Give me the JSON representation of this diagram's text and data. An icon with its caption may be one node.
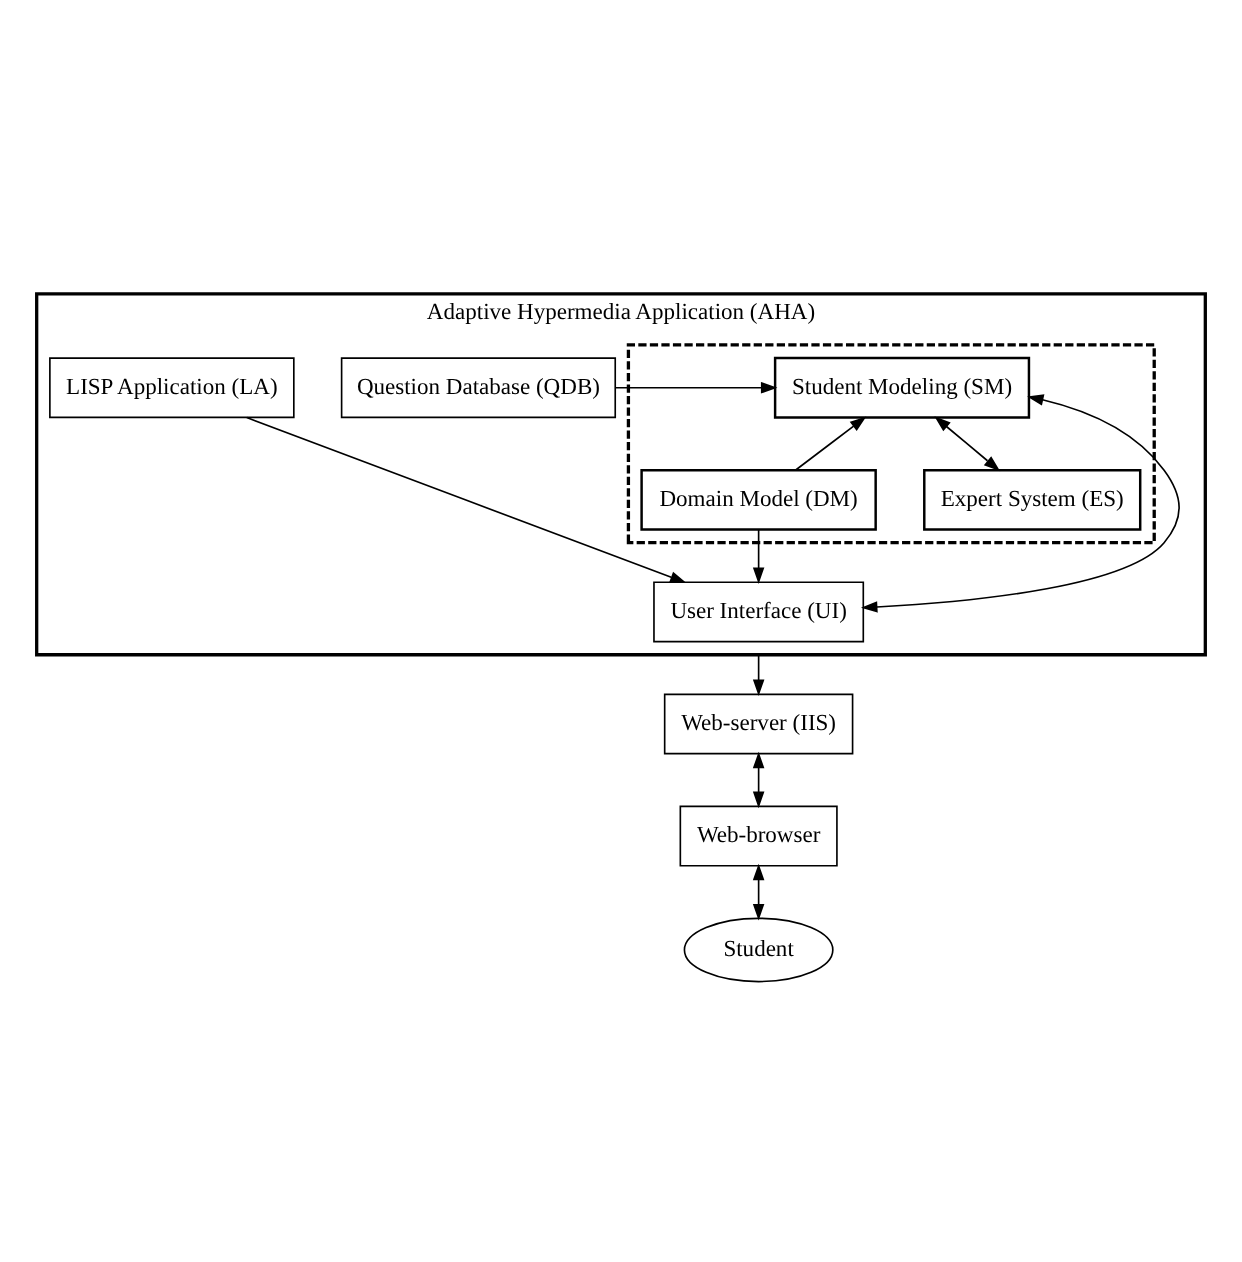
{
  "diagram": {
    "nodes": [
      {
        "text": [
          "Adaptive Hypermedia Application (AHA)"
        ]
      },
      {
        "text": [],
        "shape": "box",
        "in": 0
      },
      {
        "text": [
          "Question Database (QDB)"
        ],
        "in": 0
      },
      {
        "text": [
          "Student Modeling (SM)"
        ],
        "in": 1
      },
      {
        "text": [
          "Domain Model (DM)"
        ],
        "in": 1
      },
      {
        "text": [
          "Expert System (ES)"
        ],
        "in": 1
      },
      {
        "text": [
          "LISP Application (LA)"
        ],
        "in": 0
      },
      {
        "text": [
          "User Interface (UI)"
        ],
        "in": 0
      },
      {
        "text": [
          "Web-server (IIS)"
        ]
      },
      {
        "text": [
          "Web-browser"
        ]
      },
      {
        "text": [
          "Student"
        ]
      }
    ],
    "edges": [
      {
        "from": 2,
        "to": 3,
        "arrow": "to"
      },
      {
        "from": 4,
        "to": 3,
        "arrow": "to"
      },
      {
        "from": 3,
        "to": 5,
        "arrow": "both"
      },
      {
        "from": 4,
        "to": 7,
        "arrow": "to"
      },
      {
        "from": 3,
        "to": 7,
        "arrow": "both"
      },
      {
        "from": 6,
        "to": 7,
        "arrow": "to"
      },
      {
        "from": 0,
        "to": 8,
        "arrow": "to"
      },
      {
        "from": 8,
        "to": 9,
        "arrow": "both"
      },
      {
        "from": 9,
        "to": 10,
        "arrow": "both"
      }
    ]
  }
}
